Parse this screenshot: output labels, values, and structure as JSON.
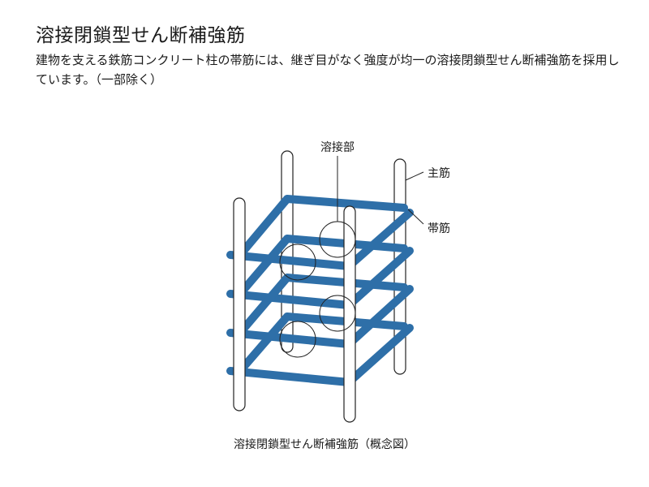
{
  "header": {
    "title": "溶接閉鎖型せん断補強筋",
    "description": "建物を支える鉄筋コンクリート柱の帯筋には、継ぎ目がなく強度が均一の溶接閉鎖型せん断補強筋を採用しています。（一部除く）"
  },
  "diagram": {
    "labels": {
      "weld": "溶接部",
      "main_bar": "主筋",
      "hoop": "帯筋"
    },
    "caption": "溶接閉鎖型せん断補強筋（概念図）"
  },
  "colors": {
    "hoop": "#2e6fa8",
    "main_bar_fill": "#ffffff",
    "outline": "#222222"
  }
}
